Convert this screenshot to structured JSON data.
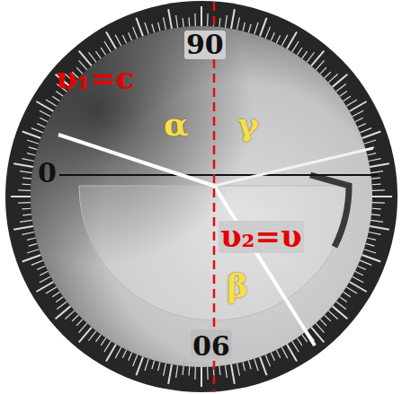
{
  "diagram": {
    "labels": [
      "90",
      "0",
      "90",
      "υ₁=c",
      "α",
      "γ",
      "υ₂=υ",
      "β"
    ]
  }
}
